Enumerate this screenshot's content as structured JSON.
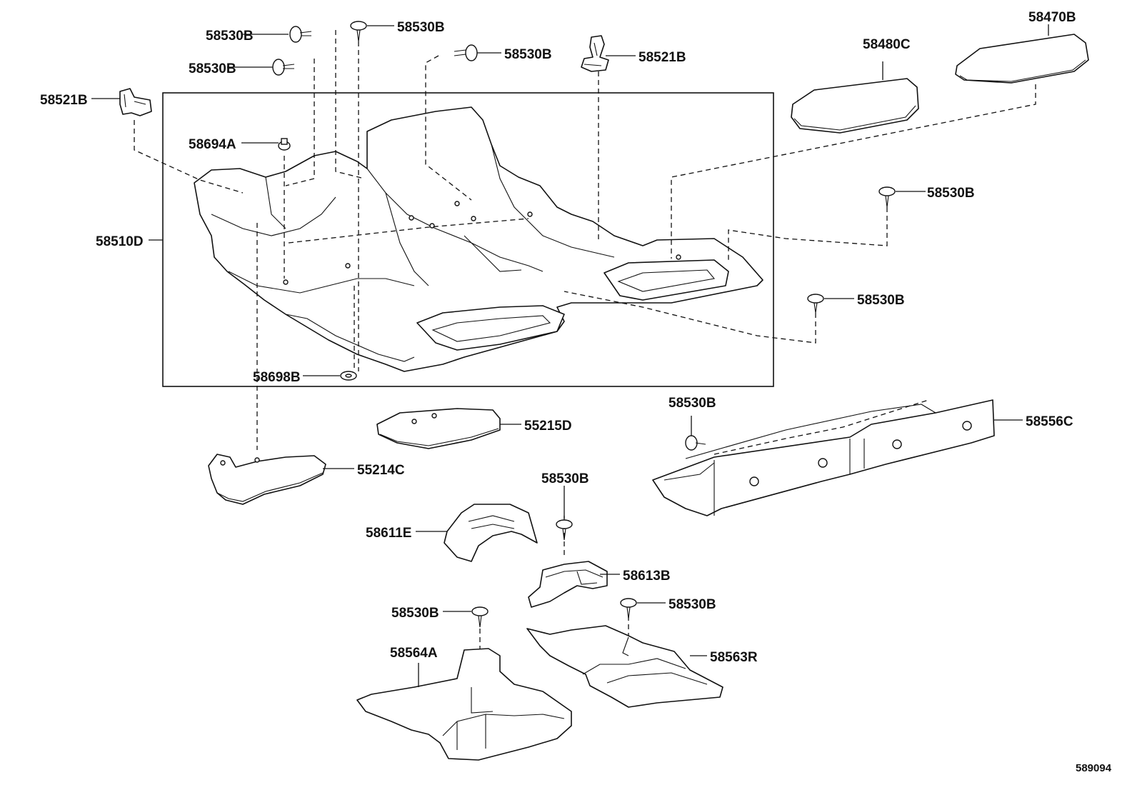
{
  "parts": {
    "clip_58530B_a": "58530B",
    "clip_58530B_b": "58530B",
    "clip_58530B_c": "58530B",
    "clip_58530B_d": "58530B",
    "clip_58530B_e": "58530B",
    "clip_58530B_f": "58530B",
    "clip_58530B_g": "58530B",
    "clip_58530B_h": "58530B",
    "clip_58530B_i": "58530B",
    "clip_58530B_j": "58530B",
    "bracket_58521B_a": "58521B",
    "bracket_58521B_b": "58521B",
    "pad_58480C": "58480C",
    "pad_58470B": "58470B",
    "clip_58694A": "58694A",
    "carpet_58510D": "58510D",
    "grommet_58698B": "58698B",
    "pad_55215D": "55215D",
    "pad_55214C": "55214C",
    "cover_58556C": "58556C",
    "silencer_58611E": "58611E",
    "silencer_58613B": "58613B",
    "pad_58564A": "58564A",
    "pad_58563R": "58563R"
  },
  "figure_id": "589094"
}
